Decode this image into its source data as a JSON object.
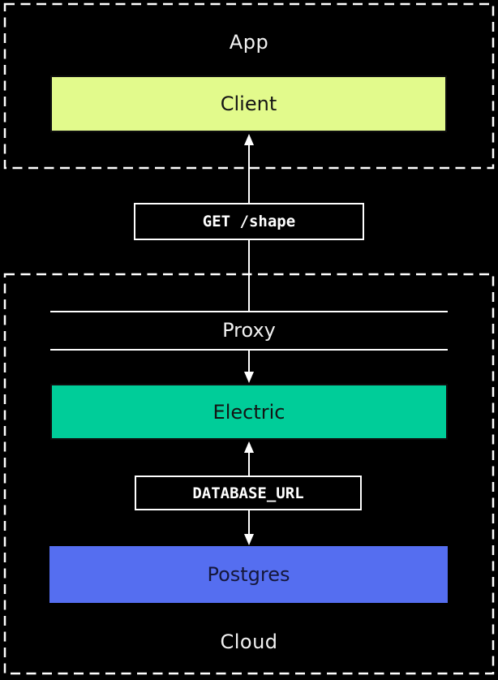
{
  "diagram": {
    "groups": [
      {
        "id": "app",
        "label": "App"
      },
      {
        "id": "cloud",
        "label": "Cloud"
      }
    ],
    "nodes": [
      {
        "id": "client",
        "label": "Client",
        "color": "#E2FA8C",
        "group": "app"
      },
      {
        "id": "proxy",
        "label": "Proxy",
        "style": "horizontal-rules",
        "group": "cloud"
      },
      {
        "id": "electric",
        "label": "Electric",
        "color": "#00CD99",
        "group": "cloud"
      },
      {
        "id": "postgres",
        "label": "Postgres",
        "color": "#556EF0",
        "group": "cloud"
      }
    ],
    "edges": [
      {
        "from": "client",
        "to": "electric",
        "via": "proxy",
        "label": "GET /shape",
        "direction": "both"
      },
      {
        "from": "electric",
        "to": "postgres",
        "label": "DATABASE_URL",
        "direction": "both"
      }
    ],
    "colors": {
      "background": "#000000",
      "line": "#FFFFFF",
      "dashed_border": "#FFFFFF",
      "text_light": "#F2F2F2",
      "text_dark": "#141414"
    }
  }
}
